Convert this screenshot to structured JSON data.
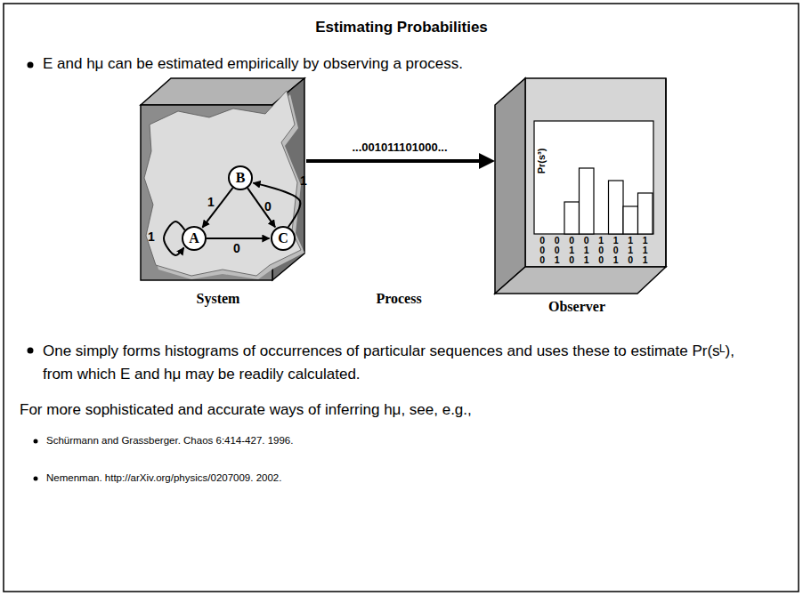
{
  "diagram": {
    "title": "Estimating Probabilities",
    "nodes": [
      {
        "text": [
          "B"
        ]
      },
      {
        "text": [
          "A"
        ]
      },
      {
        "text": [
          "C"
        ]
      }
    ],
    "edges": [
      {
        "from": 1,
        "to": 1,
        "label": "1",
        "arrow": "to"
      },
      {
        "from": 1,
        "to": 2,
        "label": "0",
        "arrow": "to"
      },
      {
        "from": 0,
        "to": 1,
        "label": "1",
        "arrow": "to"
      },
      {
        "from": 0,
        "to": 2,
        "label": "0",
        "arrow": "to"
      },
      {
        "from": 2,
        "to": 0,
        "label": "1",
        "arrow": "to"
      }
    ],
    "labels": [
      "E and hμ can be estimated empirically by observing a process.",
      "...001011101000...",
      "Pr(s³)",
      "0",
      "0",
      "0",
      "0",
      "1",
      "1",
      "1",
      "1",
      "0",
      "0",
      "1",
      "1",
      "0",
      "0",
      "1",
      "1",
      "0",
      "1",
      "0",
      "1",
      "0",
      "1",
      "0",
      "1",
      "System",
      "Process",
      "Observer",
      "One simply forms histograms of occurrences of particular sequences and uses these to estimate Pr(sᴸ), from which E and hμ may be readily calculated.",
      "For more sophisticated and accurate ways of inferring hμ, see, e.g.,",
      "Schürmann and Grassberger. Chaos 6:414-427. 1996.",
      "Nemenman. http://arXiv.org/physics/0207009. 2002."
    ]
  }
}
